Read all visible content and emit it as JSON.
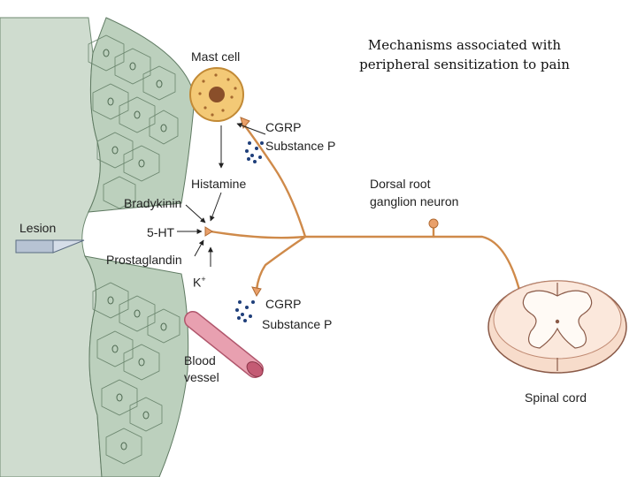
{
  "title": {
    "line1": "Mechanisms associated with",
    "line2": "peripheral sensitization to pain"
  },
  "labels": {
    "mast_cell": "Mast cell",
    "cgrp_top": "CGRP",
    "substance_p_top": "Substance P",
    "histamine": "Histamine",
    "bradykinin": "Bradykinin",
    "five_ht": "5-HT",
    "lesion": "Lesion",
    "prostaglandin": "Prostaglandin",
    "k_base": "K",
    "k_sup": "+",
    "cgrp_bottom": "CGRP",
    "substance_p_bottom": "Substance P",
    "blood": "Blood",
    "vessel": "vessel",
    "drg_line1": "Dorsal root",
    "drg_line2": "ganglion neuron",
    "spinal_cord": "Spinal cord"
  },
  "colors": {
    "nerve": "#cf8a4a",
    "mast_cell": "#f3c976",
    "blood_vessel": "#e8a0b0",
    "tissue": "#bfd1c0",
    "dots": "#1f3f7a"
  }
}
